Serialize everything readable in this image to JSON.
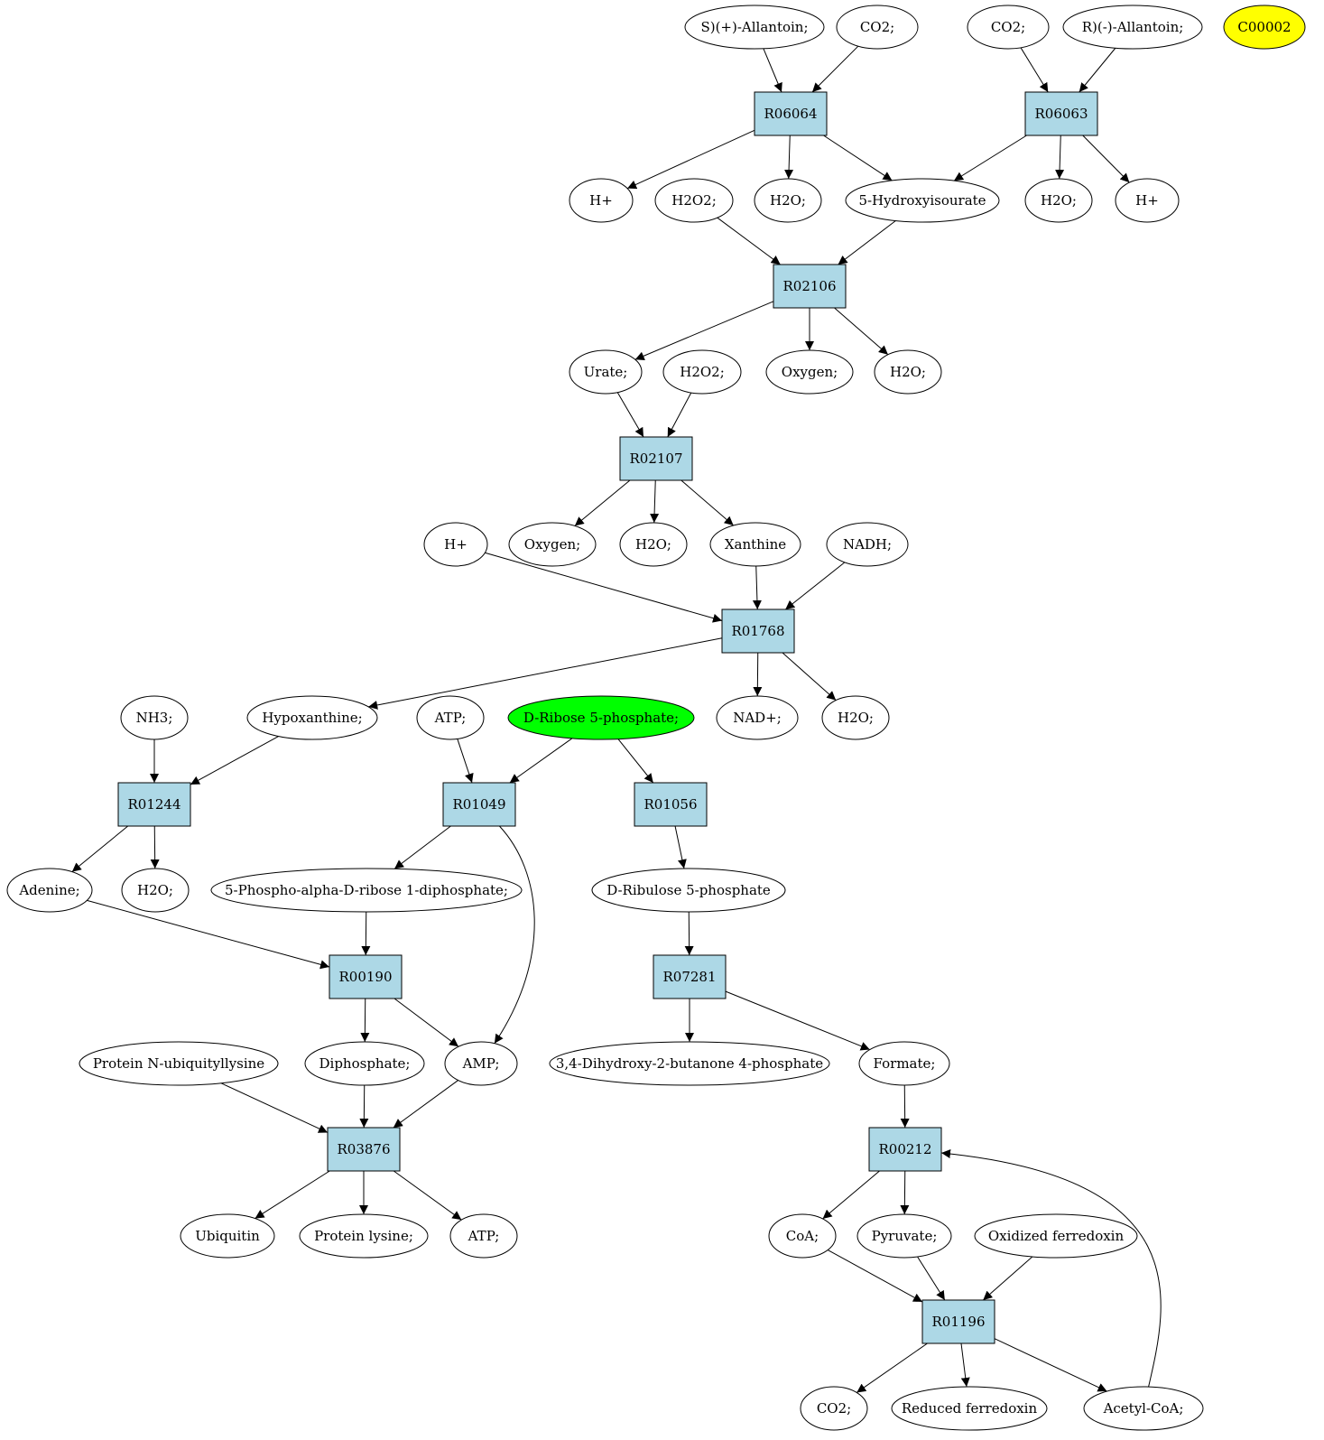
{
  "colors": {
    "compound_fill": "#ffffff",
    "reaction_fill": "#add8e6",
    "highlight_source": "#00ff00",
    "highlight_target": "#ffff00",
    "line": "#000000"
  },
  "compounds": [
    {
      "id": "allantoin_s",
      "label": "S)(+)-Allantoin;"
    },
    {
      "id": "co2_a",
      "label": "CO2;"
    },
    {
      "id": "co2_b",
      "label": "CO2;"
    },
    {
      "id": "allantoin_r",
      "label": "R)(-)-Allantoin;"
    },
    {
      "id": "c00002",
      "label": "C00002",
      "highlight": "target"
    },
    {
      "id": "hplus_a",
      "label": "H+"
    },
    {
      "id": "h2o2_a",
      "label": "H2O2;"
    },
    {
      "id": "h2o_a",
      "label": "H2O;"
    },
    {
      "id": "hydroxyisourate",
      "label": "5-Hydroxyisourate"
    },
    {
      "id": "h2o_b",
      "label": "H2O;"
    },
    {
      "id": "hplus_b",
      "label": "H+"
    },
    {
      "id": "urate",
      "label": "Urate;"
    },
    {
      "id": "h2o2_b",
      "label": "H2O2;"
    },
    {
      "id": "oxygen_a",
      "label": "Oxygen;"
    },
    {
      "id": "h2o_c",
      "label": "H2O;"
    },
    {
      "id": "hplus_c",
      "label": "H+"
    },
    {
      "id": "oxygen_b",
      "label": "Oxygen;"
    },
    {
      "id": "h2o_d",
      "label": "H2O;"
    },
    {
      "id": "xanthine",
      "label": "Xanthine"
    },
    {
      "id": "nadh",
      "label": "NADH;"
    },
    {
      "id": "nh3",
      "label": "NH3;"
    },
    {
      "id": "hypoxanthine",
      "label": "Hypoxanthine;"
    },
    {
      "id": "atp_a",
      "label": "ATP;"
    },
    {
      "id": "ribose5p",
      "label": "D-Ribose 5-phosphate;",
      "highlight": "source"
    },
    {
      "id": "nadplus",
      "label": "NAD+;"
    },
    {
      "id": "h2o_e",
      "label": "H2O;"
    },
    {
      "id": "adenine",
      "label": "Adenine;"
    },
    {
      "id": "h2o_f",
      "label": "H2O;"
    },
    {
      "id": "prpp",
      "label": "5-Phospho-alpha-D-ribose 1-diphosphate;"
    },
    {
      "id": "ribulose5p",
      "label": "D-Ribulose 5-phosphate"
    },
    {
      "id": "protein_nub",
      "label": "Protein N-ubiquityllysine"
    },
    {
      "id": "diphosphate",
      "label": "Diphosphate;"
    },
    {
      "id": "amp",
      "label": "AMP;"
    },
    {
      "id": "dhbp",
      "label": "3,4-Dihydroxy-2-butanone 4-phosphate"
    },
    {
      "id": "formate",
      "label": "Formate;"
    },
    {
      "id": "ubiquitin",
      "label": "Ubiquitin"
    },
    {
      "id": "protein_lysine",
      "label": "Protein lysine;"
    },
    {
      "id": "atp_b",
      "label": "ATP;"
    },
    {
      "id": "coa",
      "label": "CoA;"
    },
    {
      "id": "pyruvate",
      "label": "Pyruvate;"
    },
    {
      "id": "ox_ferredoxin",
      "label": "Oxidized ferredoxin"
    },
    {
      "id": "co2_c",
      "label": "CO2;"
    },
    {
      "id": "red_ferredoxin",
      "label": "Reduced ferredoxin"
    },
    {
      "id": "acetylcoa",
      "label": "Acetyl-CoA;"
    }
  ],
  "reactions": [
    {
      "id": "R06064",
      "label": "R06064"
    },
    {
      "id": "R06063",
      "label": "R06063"
    },
    {
      "id": "R02106",
      "label": "R02106"
    },
    {
      "id": "R02107",
      "label": "R02107"
    },
    {
      "id": "R01768",
      "label": "R01768"
    },
    {
      "id": "R01244",
      "label": "R01244"
    },
    {
      "id": "R01049",
      "label": "R01049"
    },
    {
      "id": "R01056",
      "label": "R01056"
    },
    {
      "id": "R00190",
      "label": "R00190"
    },
    {
      "id": "R07281",
      "label": "R07281"
    },
    {
      "id": "R03876",
      "label": "R03876"
    },
    {
      "id": "R00212",
      "label": "R00212"
    },
    {
      "id": "R01196",
      "label": "R01196"
    }
  ],
  "edges": [
    {
      "from": "allantoin_s",
      "to": "R06064"
    },
    {
      "from": "co2_a",
      "to": "R06064"
    },
    {
      "from": "co2_b",
      "to": "R06063"
    },
    {
      "from": "allantoin_r",
      "to": "R06063"
    },
    {
      "from": "R06064",
      "to": "hplus_a"
    },
    {
      "from": "R06064",
      "to": "h2o_a"
    },
    {
      "from": "R06064",
      "to": "hydroxyisourate"
    },
    {
      "from": "R06063",
      "to": "hydroxyisourate"
    },
    {
      "from": "R06063",
      "to": "h2o_b"
    },
    {
      "from": "R06063",
      "to": "hplus_b"
    },
    {
      "from": "h2o2_a",
      "to": "R02106"
    },
    {
      "from": "hydroxyisourate",
      "to": "R02106"
    },
    {
      "from": "R02106",
      "to": "urate"
    },
    {
      "from": "R02106",
      "to": "oxygen_a"
    },
    {
      "from": "R02106",
      "to": "h2o_c"
    },
    {
      "from": "urate",
      "to": "R02107"
    },
    {
      "from": "h2o2_b",
      "to": "R02107"
    },
    {
      "from": "R02107",
      "to": "oxygen_b"
    },
    {
      "from": "R02107",
      "to": "h2o_d"
    },
    {
      "from": "R02107",
      "to": "xanthine"
    },
    {
      "from": "hplus_c",
      "to": "R01768"
    },
    {
      "from": "xanthine",
      "to": "R01768"
    },
    {
      "from": "nadh",
      "to": "R01768"
    },
    {
      "from": "R01768",
      "to": "hypoxanthine"
    },
    {
      "from": "R01768",
      "to": "nadplus"
    },
    {
      "from": "R01768",
      "to": "h2o_e"
    },
    {
      "from": "nh3",
      "to": "R01244"
    },
    {
      "from": "hypoxanthine",
      "to": "R01244"
    },
    {
      "from": "atp_a",
      "to": "R01049"
    },
    {
      "from": "ribose5p",
      "to": "R01049"
    },
    {
      "from": "ribose5p",
      "to": "R01056"
    },
    {
      "from": "R01244",
      "to": "adenine"
    },
    {
      "from": "R01244",
      "to": "h2o_f"
    },
    {
      "from": "R01049",
      "to": "prpp"
    },
    {
      "from": "R01049",
      "to": "amp"
    },
    {
      "from": "R01056",
      "to": "ribulose5p"
    },
    {
      "from": "adenine",
      "to": "R00190"
    },
    {
      "from": "prpp",
      "to": "R00190"
    },
    {
      "from": "ribulose5p",
      "to": "R07281"
    },
    {
      "from": "R00190",
      "to": "diphosphate"
    },
    {
      "from": "R00190",
      "to": "amp"
    },
    {
      "from": "R07281",
      "to": "dhbp"
    },
    {
      "from": "R07281",
      "to": "formate"
    },
    {
      "from": "protein_nub",
      "to": "R03876"
    },
    {
      "from": "diphosphate",
      "to": "R03876"
    },
    {
      "from": "amp",
      "to": "R03876"
    },
    {
      "from": "formate",
      "to": "R00212"
    },
    {
      "from": "R03876",
      "to": "ubiquitin"
    },
    {
      "from": "R03876",
      "to": "protein_lysine"
    },
    {
      "from": "R03876",
      "to": "atp_b"
    },
    {
      "from": "R00212",
      "to": "coa"
    },
    {
      "from": "R00212",
      "to": "pyruvate"
    },
    {
      "from": "coa",
      "to": "R01196"
    },
    {
      "from": "pyruvate",
      "to": "R01196"
    },
    {
      "from": "ox_ferredoxin",
      "to": "R01196"
    },
    {
      "from": "R01196",
      "to": "co2_c"
    },
    {
      "from": "R01196",
      "to": "red_ferredoxin"
    },
    {
      "from": "R01196",
      "to": "acetylcoa"
    },
    {
      "from": "acetylcoa",
      "to": "R00212"
    }
  ]
}
